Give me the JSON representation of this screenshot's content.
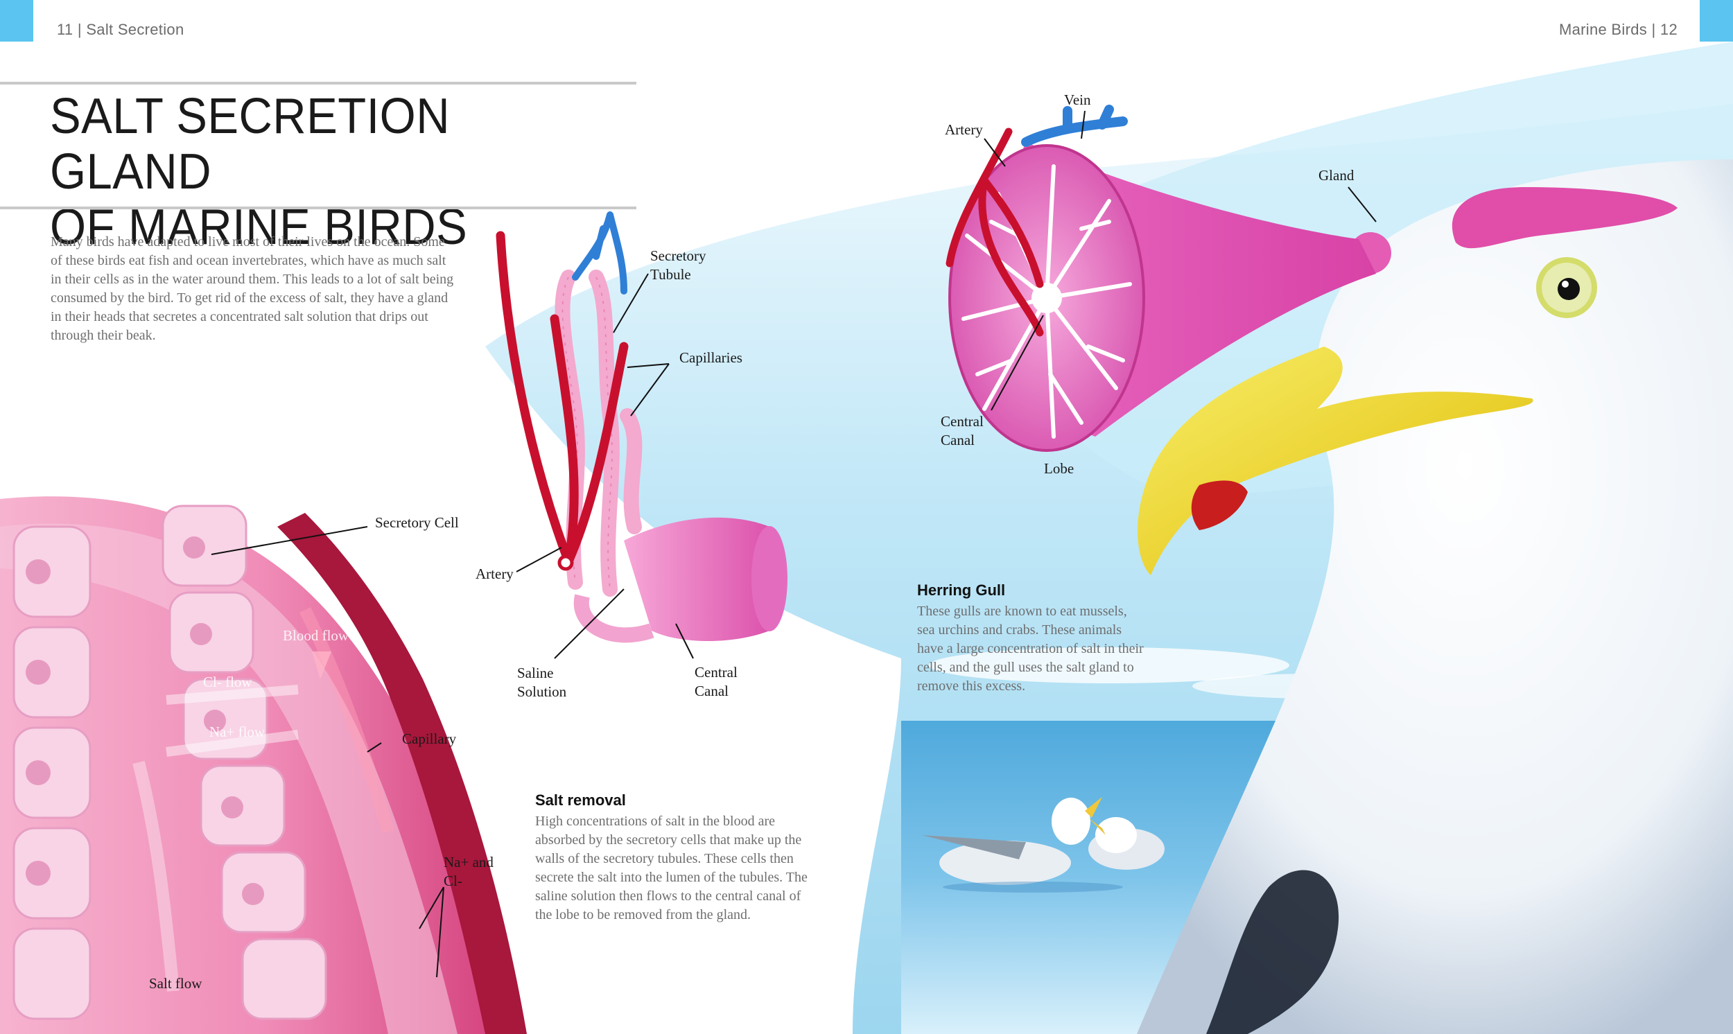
{
  "header": {
    "left_page": "11",
    "left_section": "Salt Secretion",
    "right_section": "Marine Birds",
    "right_page": "12",
    "separator": "|"
  },
  "colors": {
    "accent_tab": "#5bc4f0",
    "gland_pink": "#e052b0",
    "artery_red": "#c8102e",
    "vein_blue": "#2f7fd6",
    "sky": "#bfe8f7"
  },
  "title": {
    "line1": "SALT SECRETION GLAND",
    "line2": "OF MARINE BIRDS"
  },
  "intro": "Many birds have adapted to live most of their lives on the ocean. Some of these birds eat fish and ocean invertebrates, which have as much salt in their cells as in the water around them. This leads to a lot of salt being consumed by the bird. To get rid of the excess of salt, they have a gland in their heads that secretes a concentrated salt solution that drips out through their beak.",
  "tubule_labels": {
    "secretory_tubule": "Secretory\nTubule",
    "capillaries": "Capillaries",
    "artery": "Artery",
    "saline_solution": "Saline\nSolution",
    "central_canal": "Central\nCanal"
  },
  "cell_labels": {
    "secretory_cell": "Secretory Cell",
    "blood_flow": "Blood flow",
    "cl_flow": "Cl- flow",
    "na_flow": "Na+ flow",
    "capillary": "Capillary",
    "na_cl": "Na+ and\nCl-",
    "salt_flow": "Salt flow"
  },
  "lobe_labels": {
    "vein": "Vein",
    "artery": "Artery",
    "gland": "Gland",
    "central_canal": "Central\nCanal",
    "lobe": "Lobe"
  },
  "salt_removal": {
    "heading": "Salt removal",
    "text": "High concentrations of salt in the blood are absorbed by the secretory cells that make up the walls of the secretory tubules. These cells then secrete the salt into the lumen of the tubules. The saline solution then flows to the central canal of the lobe to be removed from the gland."
  },
  "herring_gull": {
    "heading": "Herring Gull",
    "text": "These gulls are known to eat mussels, sea urchins and crabs. These animals have a large concentration of salt in their cells, and the gull uses the salt gland to remove this excess."
  }
}
